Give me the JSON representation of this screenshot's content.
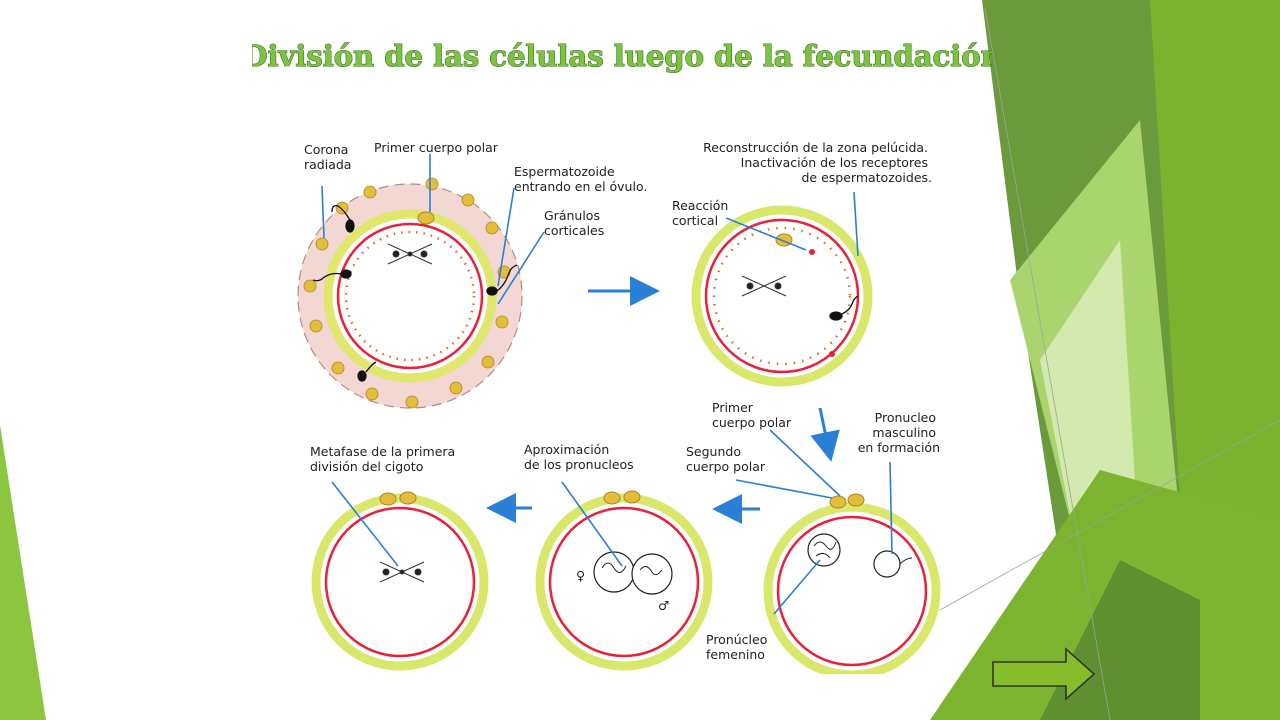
{
  "slide": {
    "title": "División de las células luego de la fecundación",
    "colors": {
      "title_fill": "#7ec242",
      "title_stroke": "#2f6f1a",
      "shape_dark": "#5e8f32",
      "shape_mid": "#78ad2c",
      "shape_light": "#a6d468",
      "shape_pale": "#cfe6a5",
      "arrow_fill": "#86bd2a",
      "arrow_stroke": "#333333",
      "zona": "#d9e76a",
      "membrane": "#e8203a",
      "connector": "#2a7fd6"
    },
    "next_button": {
      "icon": "right-arrow-icon"
    }
  },
  "diagram": {
    "labels": {
      "corona_radiada": [
        "Corona",
        "radiada"
      ],
      "primer_cuerpo_polar_1": [
        "Primer cuerpo polar"
      ],
      "espermatozoide": [
        "Espermatozoide",
        "entrando en el óvulo."
      ],
      "granulos": [
        "Gránulos",
        "corticales"
      ],
      "reconstruccion": [
        "Reconstrucción de la zona pelúcida.",
        "Inactivación de los receptores",
        "de espermatozoides."
      ],
      "reaccion": [
        "Reacción",
        "cortical"
      ],
      "primer_cuerpo_polar_2": [
        "Primer",
        "cuerpo polar"
      ],
      "segundo_cuerpo_polar": [
        "Segundo",
        "cuerpo polar"
      ],
      "pronucleo_masculino": [
        "Pronucleo",
        "masculino",
        "en formación"
      ],
      "pronucleo_femenino": [
        "Pronúcleo",
        "femenino"
      ],
      "aproximacion": [
        "Aproximación",
        "de los pronucleos"
      ],
      "metafase": [
        "Metafase de la primera",
        "división del cigoto"
      ]
    },
    "symbols": {
      "female": "♀",
      "male": "♂"
    }
  }
}
